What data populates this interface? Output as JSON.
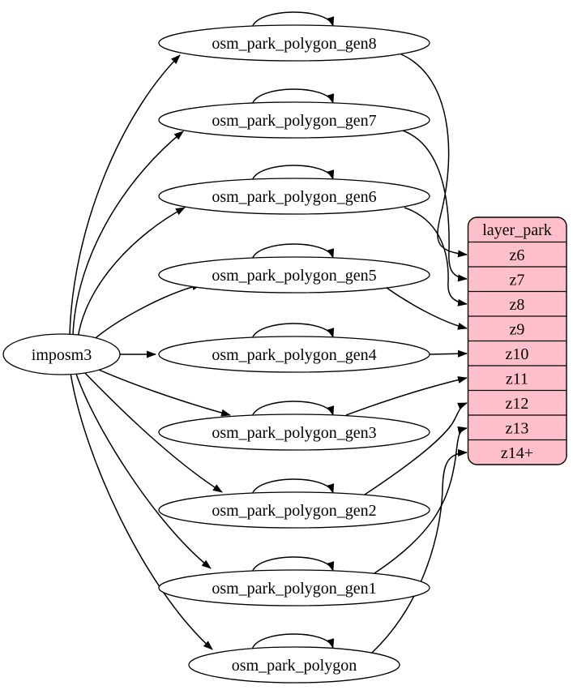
{
  "diagram": {
    "type": "graphviz-dependency-graph",
    "background_color": "#ffffff",
    "node_fill_color": "#ffffff",
    "record_fill_color": "#ffc0cb",
    "stroke_color": "#000000",
    "source_node": {
      "label": "imposm3"
    },
    "table_nodes": [
      {
        "label": "osm_park_polygon_gen8"
      },
      {
        "label": "osm_park_polygon_gen7"
      },
      {
        "label": "osm_park_polygon_gen6"
      },
      {
        "label": "osm_park_polygon_gen5"
      },
      {
        "label": "osm_park_polygon_gen4"
      },
      {
        "label": "osm_park_polygon_gen3"
      },
      {
        "label": "osm_park_polygon_gen2"
      },
      {
        "label": "osm_park_polygon_gen1"
      },
      {
        "label": "osm_park_polygon"
      }
    ],
    "record_node": {
      "title": "layer_park",
      "rows": [
        "z6",
        "z7",
        "z8",
        "z9",
        "z10",
        "z11",
        "z12",
        "z13",
        "z14+"
      ]
    },
    "edges": {
      "from_source_to": [
        "osm_park_polygon_gen8",
        "osm_park_polygon_gen7",
        "osm_park_polygon_gen6",
        "osm_park_polygon_gen5",
        "osm_park_polygon_gen4",
        "osm_park_polygon_gen3",
        "osm_park_polygon_gen2",
        "osm_park_polygon_gen1",
        "osm_park_polygon"
      ],
      "self_loops": [
        "osm_park_polygon_gen8",
        "osm_park_polygon_gen7",
        "osm_park_polygon_gen6",
        "osm_park_polygon_gen5",
        "osm_park_polygon_gen4",
        "osm_park_polygon_gen3",
        "osm_park_polygon_gen2",
        "osm_park_polygon_gen1",
        "osm_park_polygon"
      ],
      "table_to_record": [
        {
          "from": "osm_park_polygon_gen8",
          "to": "z6"
        },
        {
          "from": "osm_park_polygon_gen7",
          "to": "z7"
        },
        {
          "from": "osm_park_polygon_gen6",
          "to": "z8"
        },
        {
          "from": "osm_park_polygon_gen5",
          "to": "z9"
        },
        {
          "from": "osm_park_polygon_gen4",
          "to": "z10"
        },
        {
          "from": "osm_park_polygon_gen3",
          "to": "z11"
        },
        {
          "from": "osm_park_polygon_gen2",
          "to": "z12"
        },
        {
          "from": "osm_park_polygon_gen1",
          "to": "z13"
        },
        {
          "from": "osm_park_polygon",
          "to": "z14+"
        }
      ]
    }
  }
}
